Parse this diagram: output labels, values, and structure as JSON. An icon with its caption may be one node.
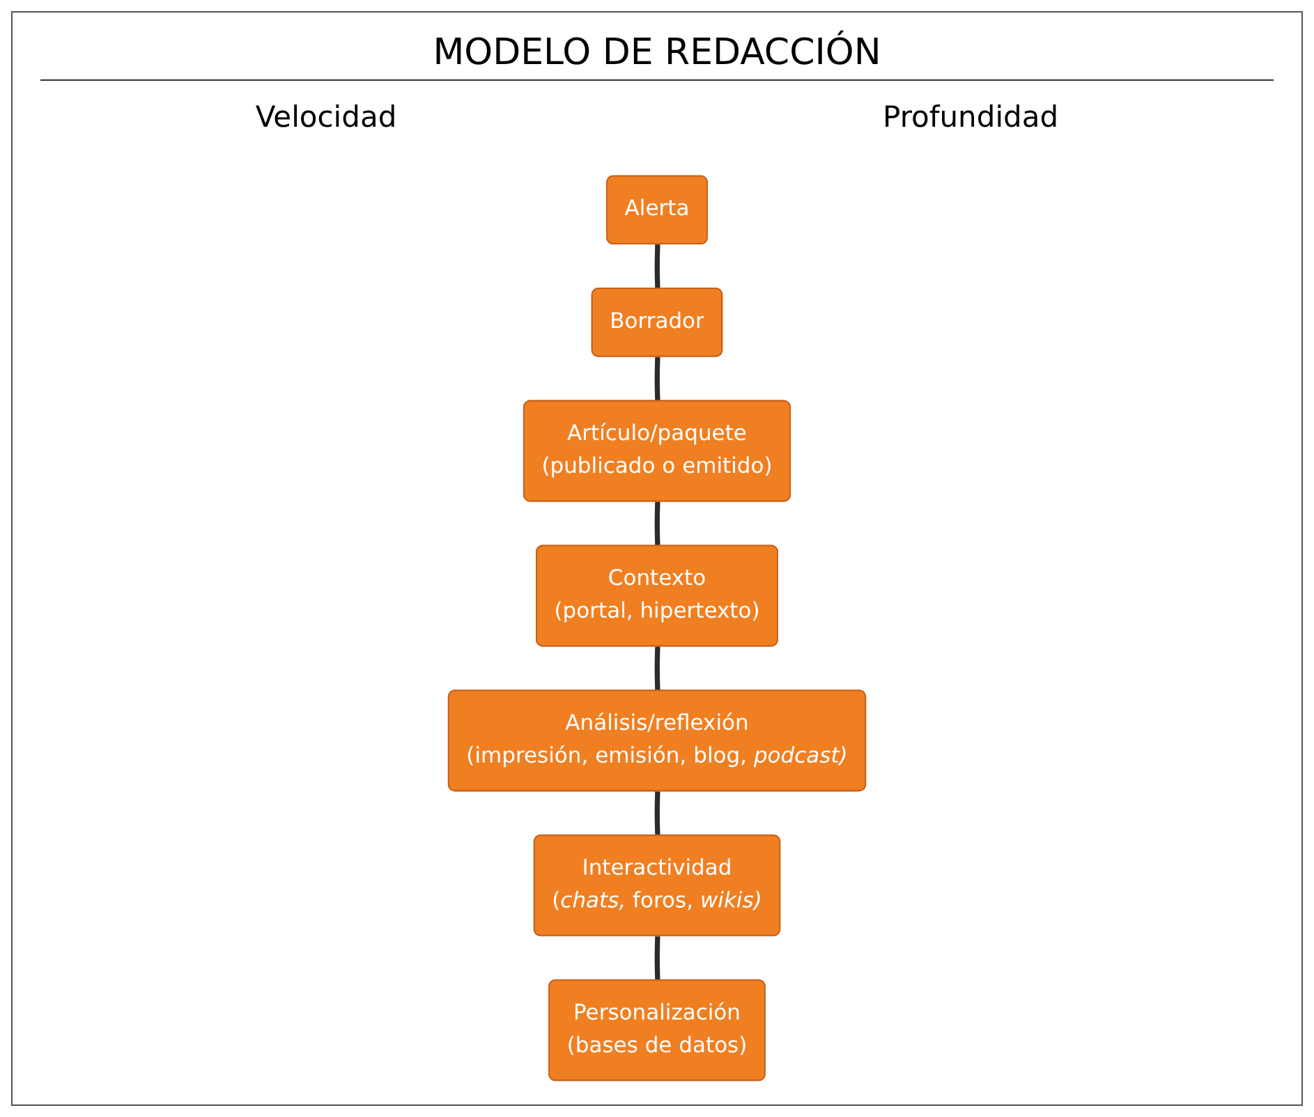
{
  "diagram": {
    "title": "MODELO DE REDACCIÓN",
    "nodes": [
      {
        "text": [
          "Alerta"
        ]
      },
      {
        "text": [
          "Borrador"
        ]
      },
      {
        "text": [
          "Artículo/paquete",
          "(publicado o emitido)"
        ]
      },
      {
        "text": [
          "Contexto",
          "(portal, hipertexto)"
        ]
      },
      {
        "text": [
          "Análisis/reflexión",
          "(impresión, emisión, blog, *podcast)*"
        ]
      },
      {
        "text": [
          "Interactividad",
          "(*chats,* foros, *wikis)*"
        ]
      },
      {
        "text": [
          "Personalización",
          "(bases de datos)"
        ]
      }
    ],
    "edges": [
      {
        "from": 0,
        "to": 1,
        "arrow": "none"
      },
      {
        "from": 1,
        "to": 2,
        "arrow": "none"
      },
      {
        "from": 2,
        "to": 3,
        "arrow": "none"
      },
      {
        "from": 3,
        "to": 4,
        "arrow": "none"
      },
      {
        "from": 4,
        "to": 5,
        "arrow": "none"
      },
      {
        "from": 5,
        "to": 6,
        "arrow": "none"
      }
    ],
    "labels": [
      "Velocidad",
      "Profundidad"
    ]
  }
}
